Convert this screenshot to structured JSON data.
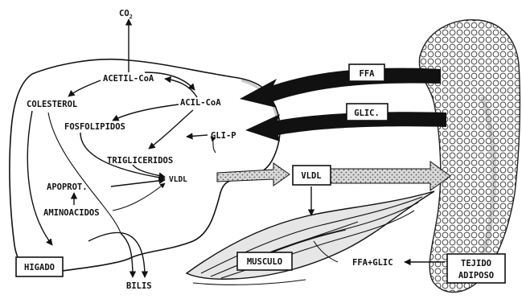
{
  "diagram": {
    "organs": {
      "liver": "HIGADO",
      "muscle": "MUSCULO",
      "adipose_line1": "TEJIDO",
      "adipose_line2": "ADIPOSO"
    },
    "liver_metabolites": {
      "co2_base": "CO",
      "co2_sub": "2",
      "acetil_coa": "ACETIL-CoA",
      "acil_coa": "ACIL-CoA",
      "colesterol": "COLESTEROL",
      "fosfolipidos": "FOSFOLIPIDOS",
      "gli_p": "GLI-P",
      "trigliceridos": "TRIGLICERIDOS",
      "vldl_inner": "VLDL",
      "apoprot": "APOPROT.",
      "aminoacidos": "AMINOACIDOS",
      "bilis": "BILIS"
    },
    "transport": {
      "ffa_box": "FFA",
      "glic_box": "GLIC.",
      "vldl_box": "VLDL",
      "ffa_glic": "FFA+GLIC"
    }
  }
}
